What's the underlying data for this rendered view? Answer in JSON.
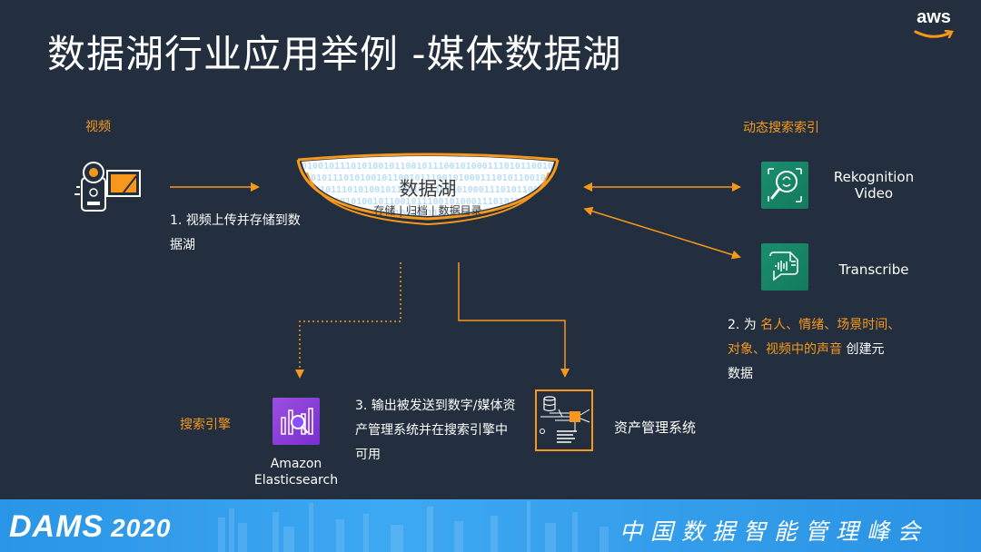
{
  "title": "数据湖行业应用举例 -媒体数据湖",
  "brand": {
    "logo_text": "aws"
  },
  "video": {
    "label": "视频"
  },
  "step1": {
    "line1": "1. 视频上传并存储到数",
    "line2": "据湖"
  },
  "datalake": {
    "title": "数据湖",
    "subtitle": "存储 | 归档 | 数据目录",
    "binary": "0100101110101001011001011100101000111010110010100101001011101001011100"
  },
  "dynamic_index": {
    "label": "动态搜索索引"
  },
  "rekognition": {
    "line1": "Rekognition",
    "line2": "Video"
  },
  "transcribe": {
    "label": "Transcribe"
  },
  "step2": {
    "prefix": "2. 为 ",
    "highlight1": "名人、情绪、场景时间、",
    "highlight2": "对象、视频中的声音",
    "suffix": " 创建元",
    "line3": "数据"
  },
  "search_engine": {
    "label": "搜索引擎"
  },
  "elasticsearch": {
    "line1": "Amazon",
    "line2": "Elasticsearch"
  },
  "step3": {
    "line1": "3. 输出被发送到数字/媒体资",
    "line2": "产管理系统并在搜索引擎中",
    "line3": "可用"
  },
  "asset_mgmt": {
    "label": "资产管理系统"
  },
  "footer": {
    "dams": "DAMS",
    "year": "2020",
    "conference": "中国数据智能管理峰会"
  },
  "colors": {
    "background": "#232f3e",
    "accent": "#f7981d",
    "green": "#1b8e6f",
    "purple": "#8c4fff",
    "footer_blue": "#2a94e6"
  }
}
